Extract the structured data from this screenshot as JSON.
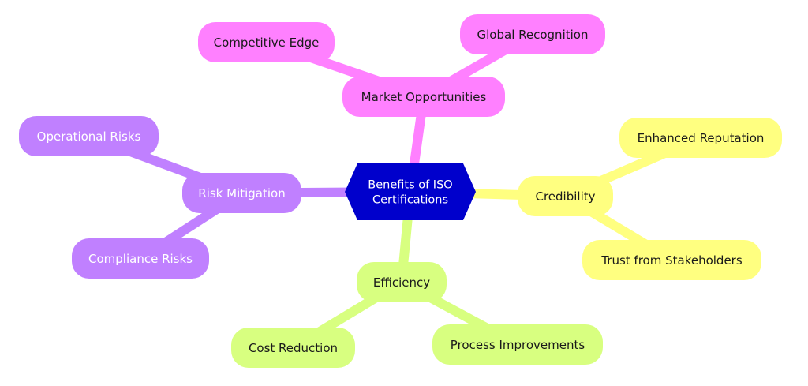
{
  "diagram": {
    "center": {
      "lines": [
        "Benefits of ISO",
        "Certifications"
      ],
      "fill": "#0000cc",
      "text_color": "#ffffff"
    },
    "branches": [
      {
        "key": "market",
        "label": "Market Opportunities",
        "color": "#ff80ff",
        "text_color": "#1a1a1a",
        "children": [
          {
            "label": "Competitive Edge"
          },
          {
            "label": "Global Recognition"
          }
        ]
      },
      {
        "key": "risk",
        "label": "Risk Mitigation",
        "color": "#c080ff",
        "text_color": "#ffffff",
        "children": [
          {
            "label": "Operational Risks"
          },
          {
            "label": "Compliance Risks"
          }
        ]
      },
      {
        "key": "credibility",
        "label": "Credibility",
        "color": "#ffff80",
        "text_color": "#1a1a1a",
        "children": [
          {
            "label": "Enhanced Reputation"
          },
          {
            "label": "Trust from Stakeholders"
          }
        ]
      },
      {
        "key": "efficiency",
        "label": "Efficiency",
        "color": "#d8ff80",
        "text_color": "#1a1a1a",
        "children": [
          {
            "label": "Cost Reduction"
          },
          {
            "label": "Process Improvements"
          }
        ]
      }
    ]
  }
}
